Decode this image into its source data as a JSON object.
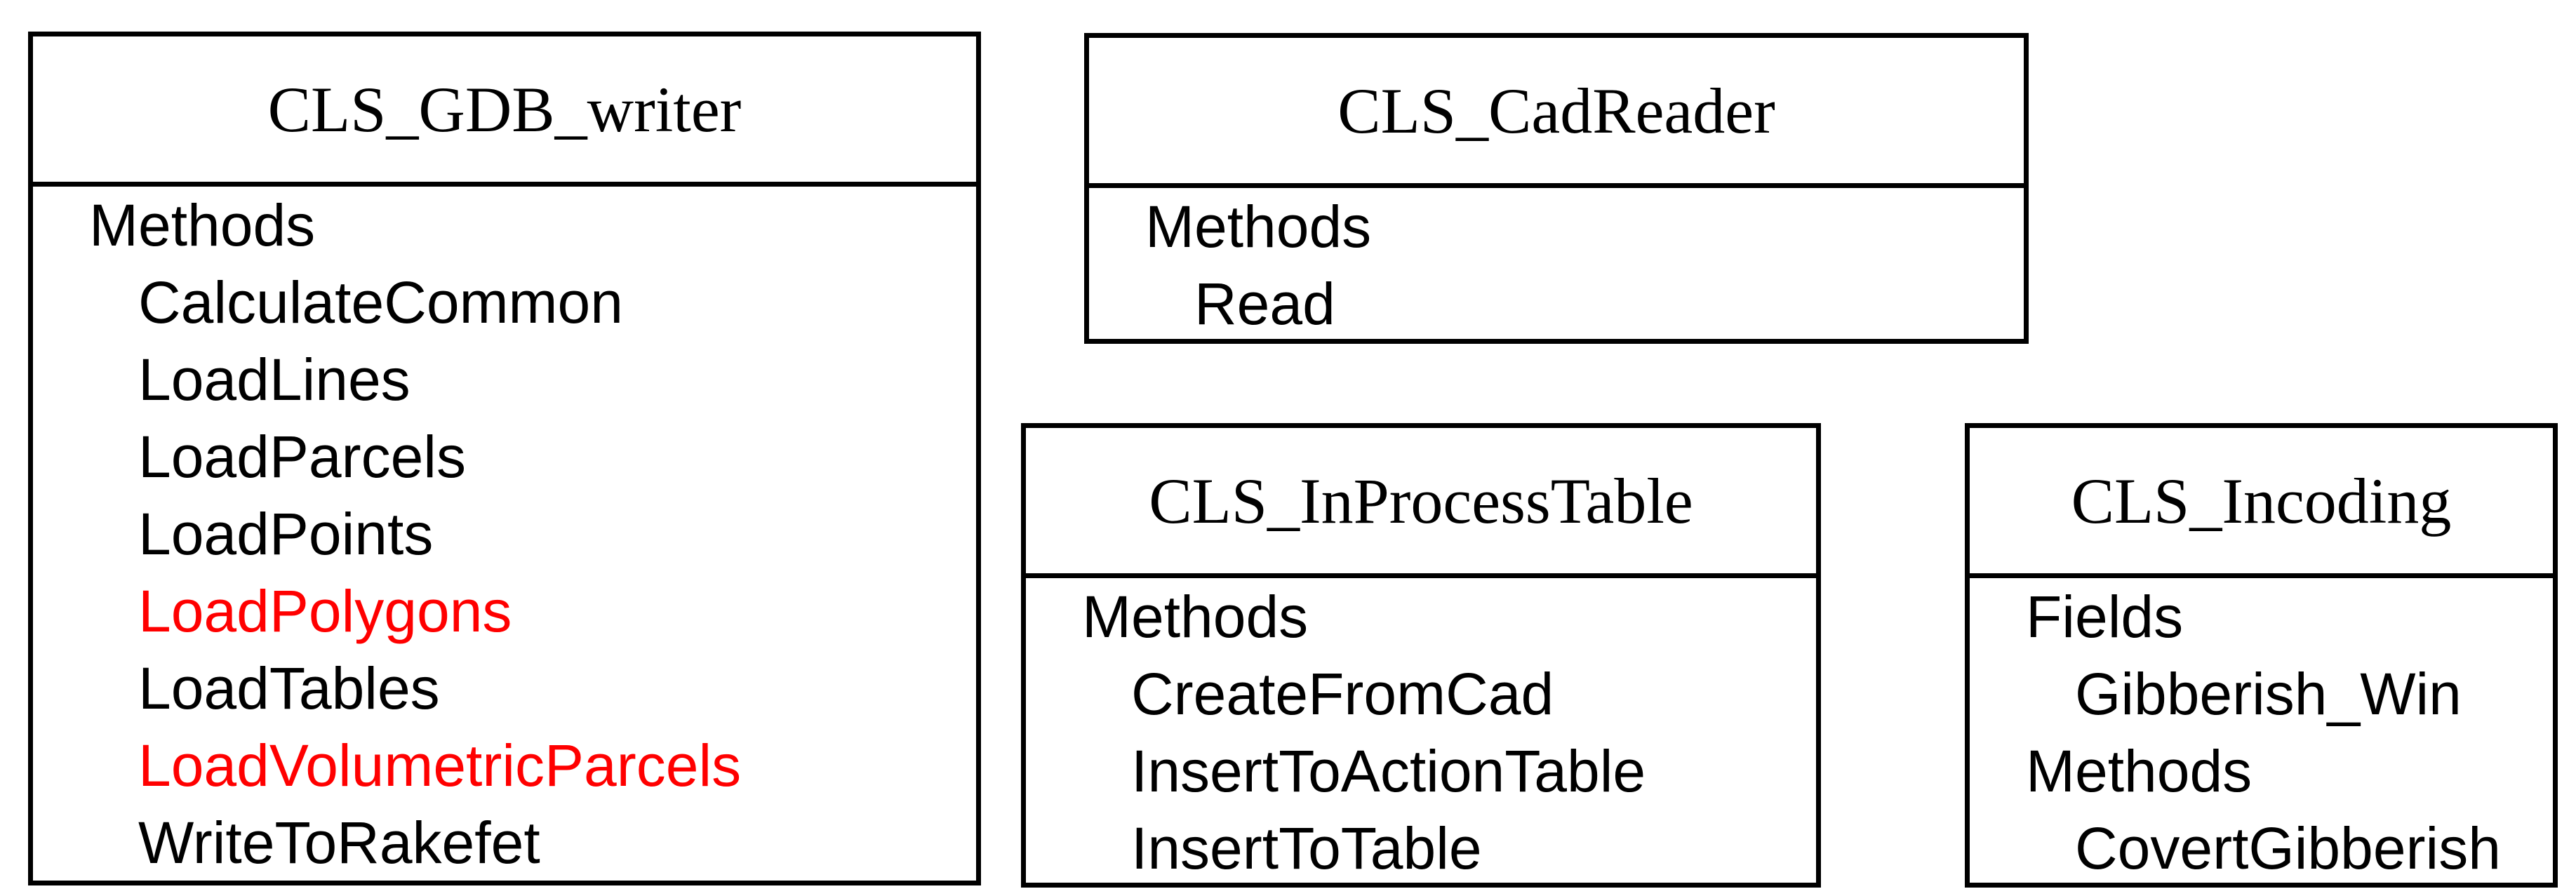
{
  "colors": {
    "background": "#ffffff",
    "text": "#000000",
    "highlight": "#ff0000",
    "border": "#000000"
  },
  "classes": [
    {
      "title": "CLS_GDB_writer",
      "sections": [
        {
          "header": "Methods",
          "items": [
            {
              "label": "CalculateCommon",
              "highlight": false
            },
            {
              "label": "LoadLines",
              "highlight": false
            },
            {
              "label": "LoadParcels",
              "highlight": false
            },
            {
              "label": "LoadPoints",
              "highlight": false
            },
            {
              "label": "LoadPolygons",
              "highlight": true
            },
            {
              "label": "LoadTables",
              "highlight": false
            },
            {
              "label": "LoadVolumetricParcels",
              "highlight": true
            },
            {
              "label": "WriteToRakefet",
              "highlight": false
            }
          ]
        }
      ]
    },
    {
      "title": "CLS_CadReader",
      "sections": [
        {
          "header": "Methods",
          "items": [
            {
              "label": "Read",
              "highlight": false
            }
          ]
        }
      ]
    },
    {
      "title": "CLS_InProcessTable",
      "sections": [
        {
          "header": "Methods",
          "items": [
            {
              "label": "CreateFromCad",
              "highlight": false
            },
            {
              "label": "InsertToActionTable",
              "highlight": false
            },
            {
              "label": "InsertToTable",
              "highlight": false
            }
          ]
        }
      ]
    },
    {
      "title": "CLS_Incoding",
      "sections": [
        {
          "header": "Fields",
          "items": [
            {
              "label": "Gibberish_Win",
              "highlight": false
            }
          ]
        },
        {
          "header": "Methods",
          "items": [
            {
              "label": "CovertGibberish",
              "highlight": false
            }
          ]
        }
      ]
    }
  ]
}
